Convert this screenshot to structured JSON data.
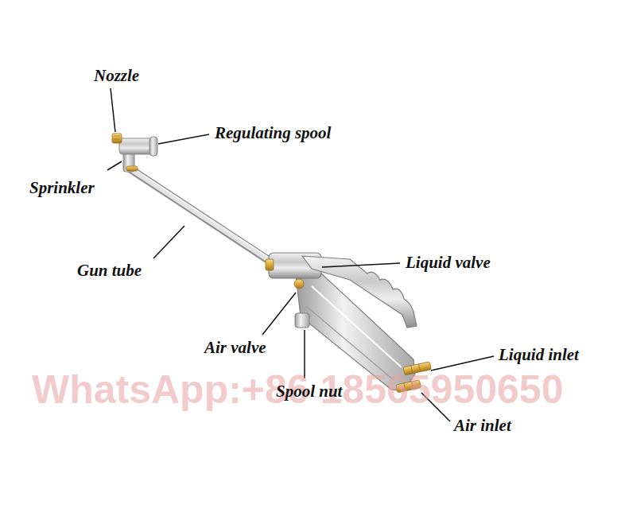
{
  "diagram": {
    "labels": [
      "Nozzle",
      "Regulating spool",
      "Sprinkler",
      "Gun tube",
      "Liquid valve",
      "Air valve",
      "Spool nut",
      "Liquid inlet",
      "Air inlet",
      "WhatsApp:+86 18565950650"
    ]
  }
}
